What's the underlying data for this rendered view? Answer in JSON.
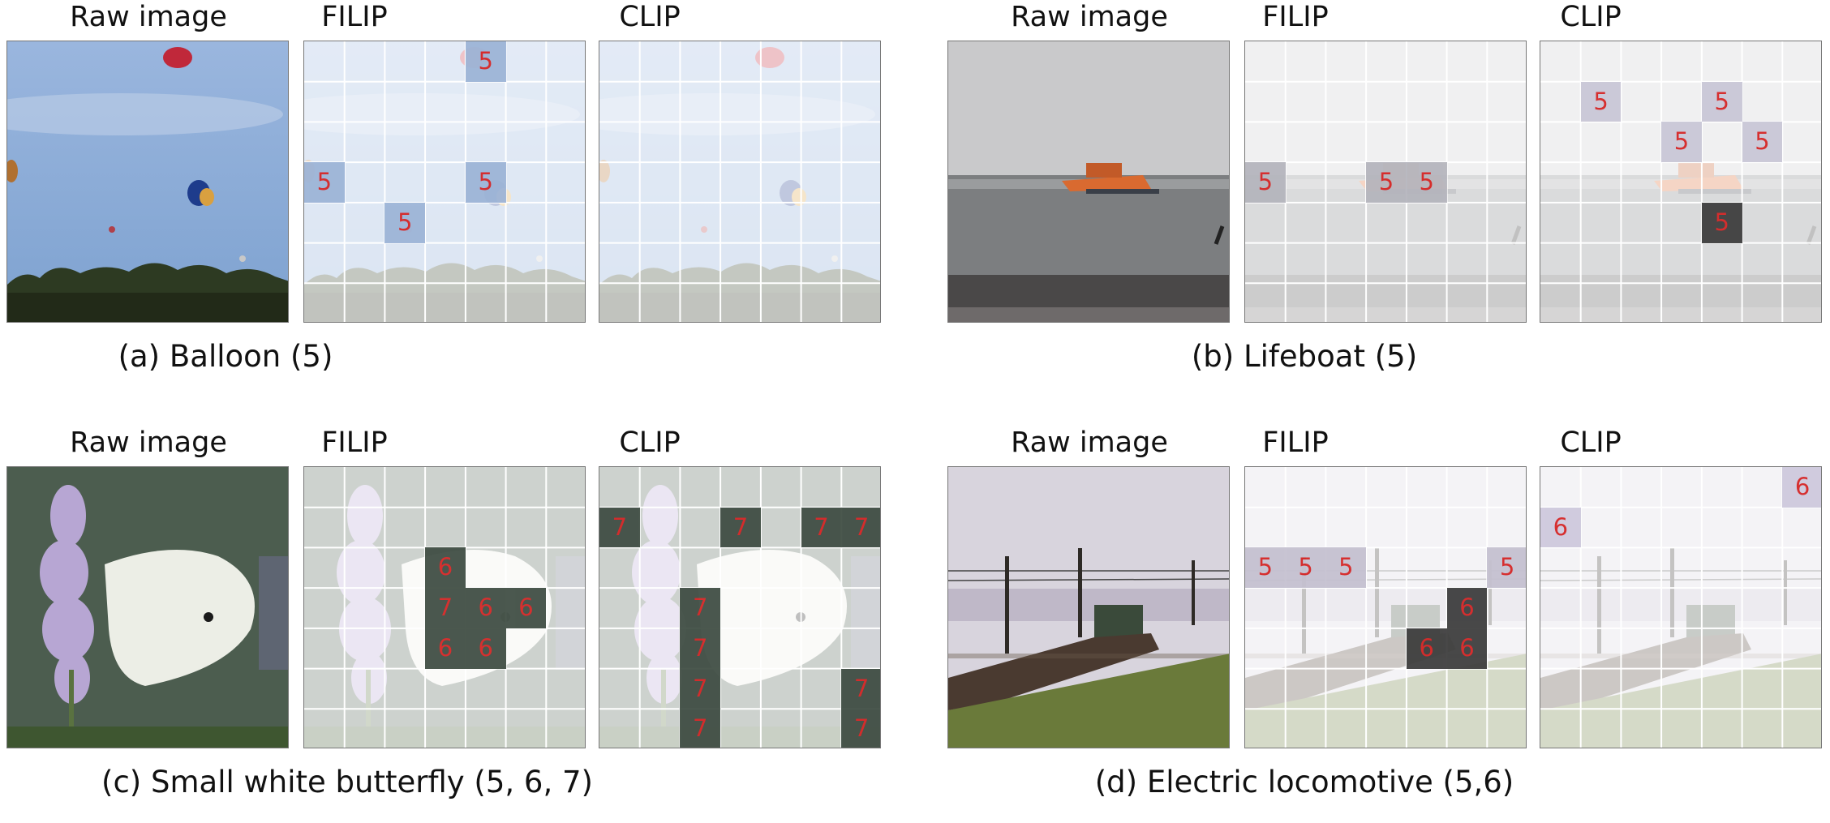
{
  "header": {
    "raw": "Raw image",
    "filip": "FILIP",
    "clip": "CLIP"
  },
  "figures": [
    {
      "id": "a",
      "caption": "(a) Balloon (5)",
      "scene": "balloon",
      "filip": {
        "color": "#9bb3d6",
        "text": "#d41f1f",
        "cells": [
          {
            "r": 0,
            "c": 4,
            "v": "5"
          },
          {
            "r": 3,
            "c": 0,
            "v": "5"
          },
          {
            "r": 3,
            "c": 4,
            "v": "5"
          },
          {
            "r": 4,
            "c": 2,
            "v": "5"
          }
        ]
      },
      "clip": {
        "color": "#9bb3d6",
        "text": "#d41f1f",
        "cells": []
      }
    },
    {
      "id": "b",
      "caption": "(b) Lifeboat (5)",
      "scene": "lifeboat",
      "filip": {
        "color": "#b4b4bc",
        "text": "#d41f1f",
        "cells": [
          {
            "r": 3,
            "c": 0,
            "v": "5"
          },
          {
            "r": 3,
            "c": 3,
            "v": "5"
          },
          {
            "r": 3,
            "c": 4,
            "v": "5"
          }
        ]
      },
      "clip": {
        "color": "#c8c6d6",
        "text": "#d41f1f",
        "cells": [
          {
            "r": 1,
            "c": 1,
            "v": "5"
          },
          {
            "r": 1,
            "c": 4,
            "v": "5"
          },
          {
            "r": 2,
            "c": 3,
            "v": "5"
          },
          {
            "r": 2,
            "c": 5,
            "v": "5"
          },
          {
            "r": 4,
            "c": 4,
            "v": "5",
            "dark": true
          }
        ]
      }
    },
    {
      "id": "c",
      "caption": "(c) Small white butterfly (5, 6, 7)",
      "scene": "butterfly",
      "filip": {
        "color": "#3c4a40",
        "text": "#d41f1f",
        "cells": [
          {
            "r": 2,
            "c": 3,
            "v": "6"
          },
          {
            "r": 3,
            "c": 3,
            "v": "7"
          },
          {
            "r": 3,
            "c": 4,
            "v": "6"
          },
          {
            "r": 3,
            "c": 5,
            "v": "6"
          },
          {
            "r": 4,
            "c": 3,
            "v": "6"
          },
          {
            "r": 4,
            "c": 4,
            "v": "6"
          }
        ]
      },
      "clip": {
        "color": "#3c4a40",
        "text": "#d41f1f",
        "cells": [
          {
            "r": 1,
            "c": 0,
            "v": "7"
          },
          {
            "r": 1,
            "c": 3,
            "v": "7"
          },
          {
            "r": 1,
            "c": 5,
            "v": "7"
          },
          {
            "r": 1,
            "c": 6,
            "v": "7"
          },
          {
            "r": 3,
            "c": 2,
            "v": "7"
          },
          {
            "r": 4,
            "c": 2,
            "v": "7"
          },
          {
            "r": 5,
            "c": 2,
            "v": "7"
          },
          {
            "r": 5,
            "c": 6,
            "v": "7"
          },
          {
            "r": 6,
            "c": 2,
            "v": "7"
          },
          {
            "r": 6,
            "c": 6,
            "v": "7"
          }
        ]
      }
    },
    {
      "id": "d",
      "caption": "(d) Electric locomotive (5,6)",
      "scene": "locomotive",
      "filip": {
        "color": "#c4c0d0",
        "text": "#d41f1f",
        "cells": [
          {
            "r": 2,
            "c": 0,
            "v": "5"
          },
          {
            "r": 2,
            "c": 1,
            "v": "5"
          },
          {
            "r": 2,
            "c": 2,
            "v": "5"
          },
          {
            "r": 2,
            "c": 6,
            "v": "5"
          },
          {
            "r": 3,
            "c": 5,
            "v": "6",
            "dark": true
          },
          {
            "r": 4,
            "c": 4,
            "v": "6",
            "dark": true
          },
          {
            "r": 4,
            "c": 5,
            "v": "6",
            "dark": true
          }
        ]
      },
      "clip": {
        "color": "#cdc8dc",
        "text": "#d41f1f",
        "cells": [
          {
            "r": 0,
            "c": 6,
            "v": "6"
          },
          {
            "r": 1,
            "c": 0,
            "v": "6"
          }
        ]
      }
    }
  ]
}
